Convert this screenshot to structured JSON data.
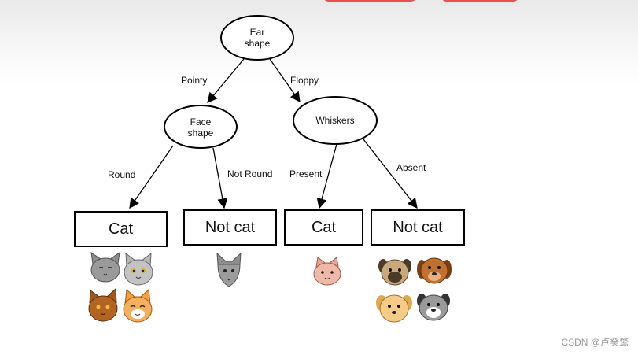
{
  "diagram": {
    "root": {
      "label": "Ear shape"
    },
    "left": {
      "label": "Face shape"
    },
    "right": {
      "label": "Whiskers"
    },
    "edges": {
      "pointy": "Pointy",
      "floppy": "Floppy",
      "round": "Round",
      "not_round": "Not Round",
      "present": "Present",
      "absent": "Absent"
    },
    "leaves": [
      "Cat",
      "Not cat",
      "Cat",
      "Not cat"
    ],
    "animals": {
      "leaf1": [
        "gray cat",
        "gray cat",
        "brown cat",
        "orange cat"
      ],
      "leaf2": [
        "gray cat"
      ],
      "leaf3": [
        "pink cat"
      ],
      "leaf4": [
        "pug dog",
        "brown dog",
        "yellow dog",
        "gray dog"
      ]
    }
  },
  "watermark": "CSDN @卢癸鹜",
  "colors": {
    "stroke": "#000000",
    "accent": "#e3353a"
  }
}
